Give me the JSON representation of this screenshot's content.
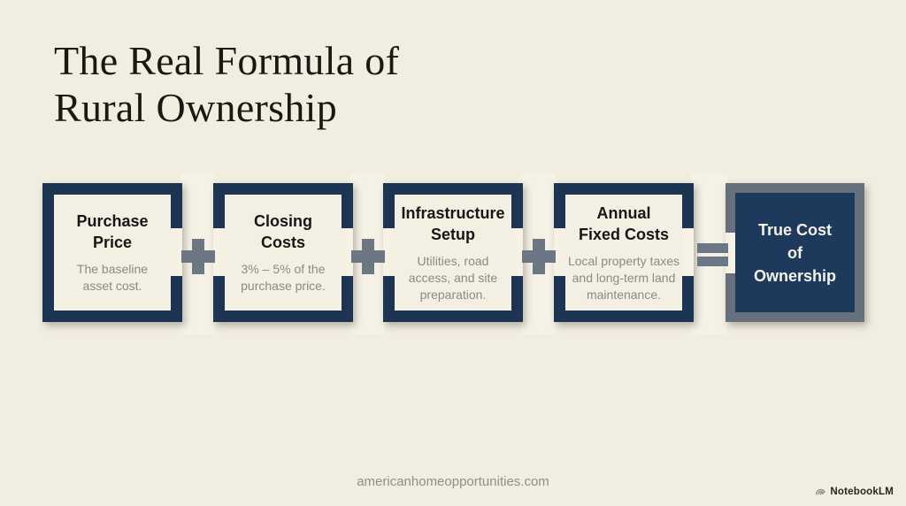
{
  "title": {
    "line1": "The Real Formula of",
    "line2": "Rural Ownership"
  },
  "formula": {
    "terms": [
      {
        "title_line1": "Purchase",
        "title_line2": "Price",
        "description": "The baseline asset cost."
      },
      {
        "title_line1": "Closing",
        "title_line2": "Costs",
        "description": "3% – 5% of the purchase price."
      },
      {
        "title_line1": "Infrastructure",
        "title_line2": "Setup",
        "description": "Utilities, road access, and site preparation."
      },
      {
        "title_line1": "Annual",
        "title_line2": "Fixed Costs",
        "description": "Local property taxes and long-term land maintenance."
      }
    ],
    "operators": {
      "plus": "+",
      "equals": "="
    },
    "result": {
      "line1": "True Cost",
      "line2": "of",
      "line3": "Ownership"
    }
  },
  "footer": {
    "website": "americanhomeopportunities.com",
    "brand": "NotebookLM"
  },
  "colors": {
    "background": "#f1ede0",
    "term_border_navy": "#1b3553",
    "card_fill": "#f3efe3",
    "operator_gray": "#6b7785",
    "result_frame_gray": "#66717d",
    "result_fill_navy": "#1d3a5c",
    "heading_text": "#161616",
    "description_text": "#8b8a85",
    "title_text": "#1b1712",
    "result_text": "#f4f1e9",
    "footer_text": "#908e86",
    "brand_text": "#272621",
    "gap_light": "#f5f1e5"
  }
}
